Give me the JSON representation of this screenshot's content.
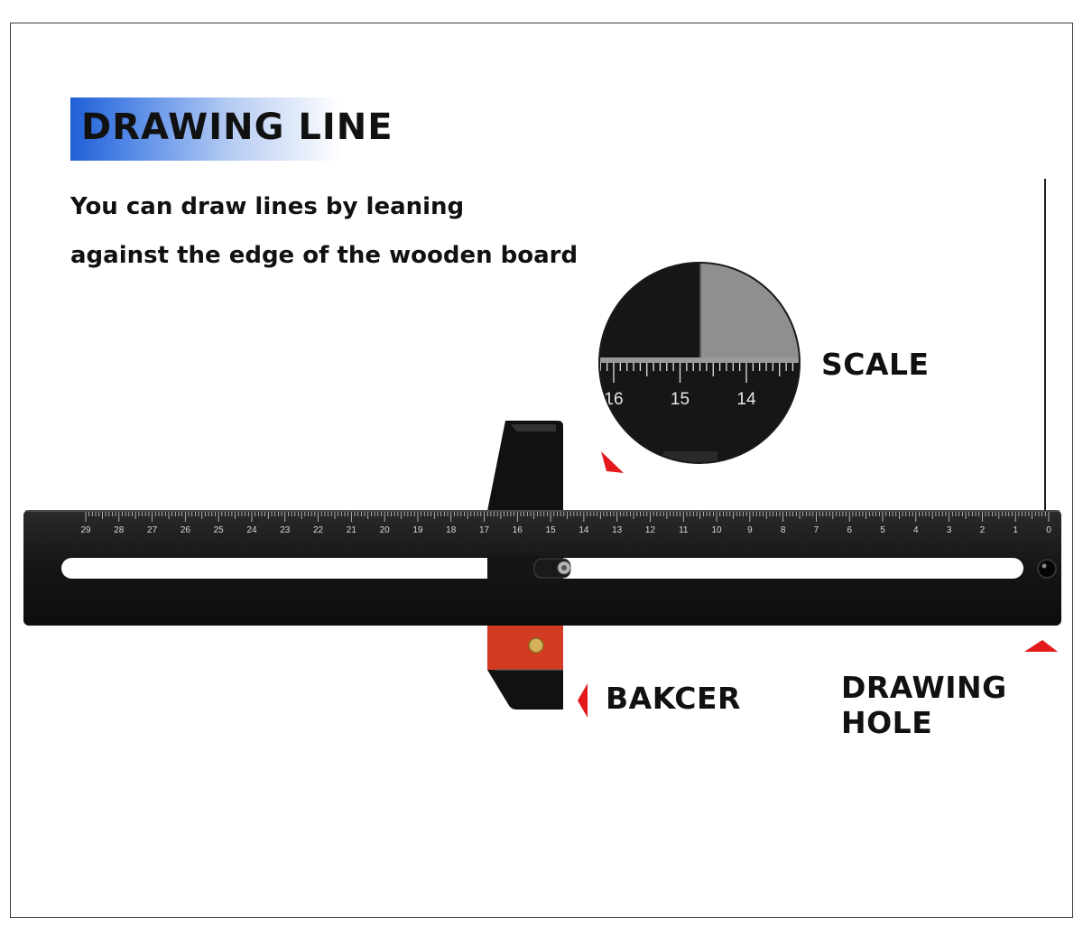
{
  "header": {
    "title": "DRAWING LINE",
    "accent_color": "#1f5fd6"
  },
  "description": {
    "line1": "You can draw lines by leaning",
    "line2": "against the edge of the wooden board"
  },
  "callouts": {
    "scale": "SCALE",
    "backer": "BAKCER",
    "drawing_hole": "DRAWING HOLE",
    "pointer_color": "#e3191b"
  },
  "ruler": {
    "tick_labels": [
      "29",
      "28",
      "27",
      "26",
      "25",
      "24",
      "23",
      "22",
      "21",
      "20",
      "19",
      "18",
      "17",
      "16",
      "15",
      "14",
      "13",
      "12",
      "11",
      "10",
      "9",
      "8",
      "7",
      "6",
      "5",
      "4",
      "3",
      "2",
      "1",
      "0"
    ],
    "body_color": "#141414",
    "backer_color": "#d23b22"
  },
  "magnifier": {
    "tick_labels": [
      "16",
      "15",
      "14"
    ]
  }
}
